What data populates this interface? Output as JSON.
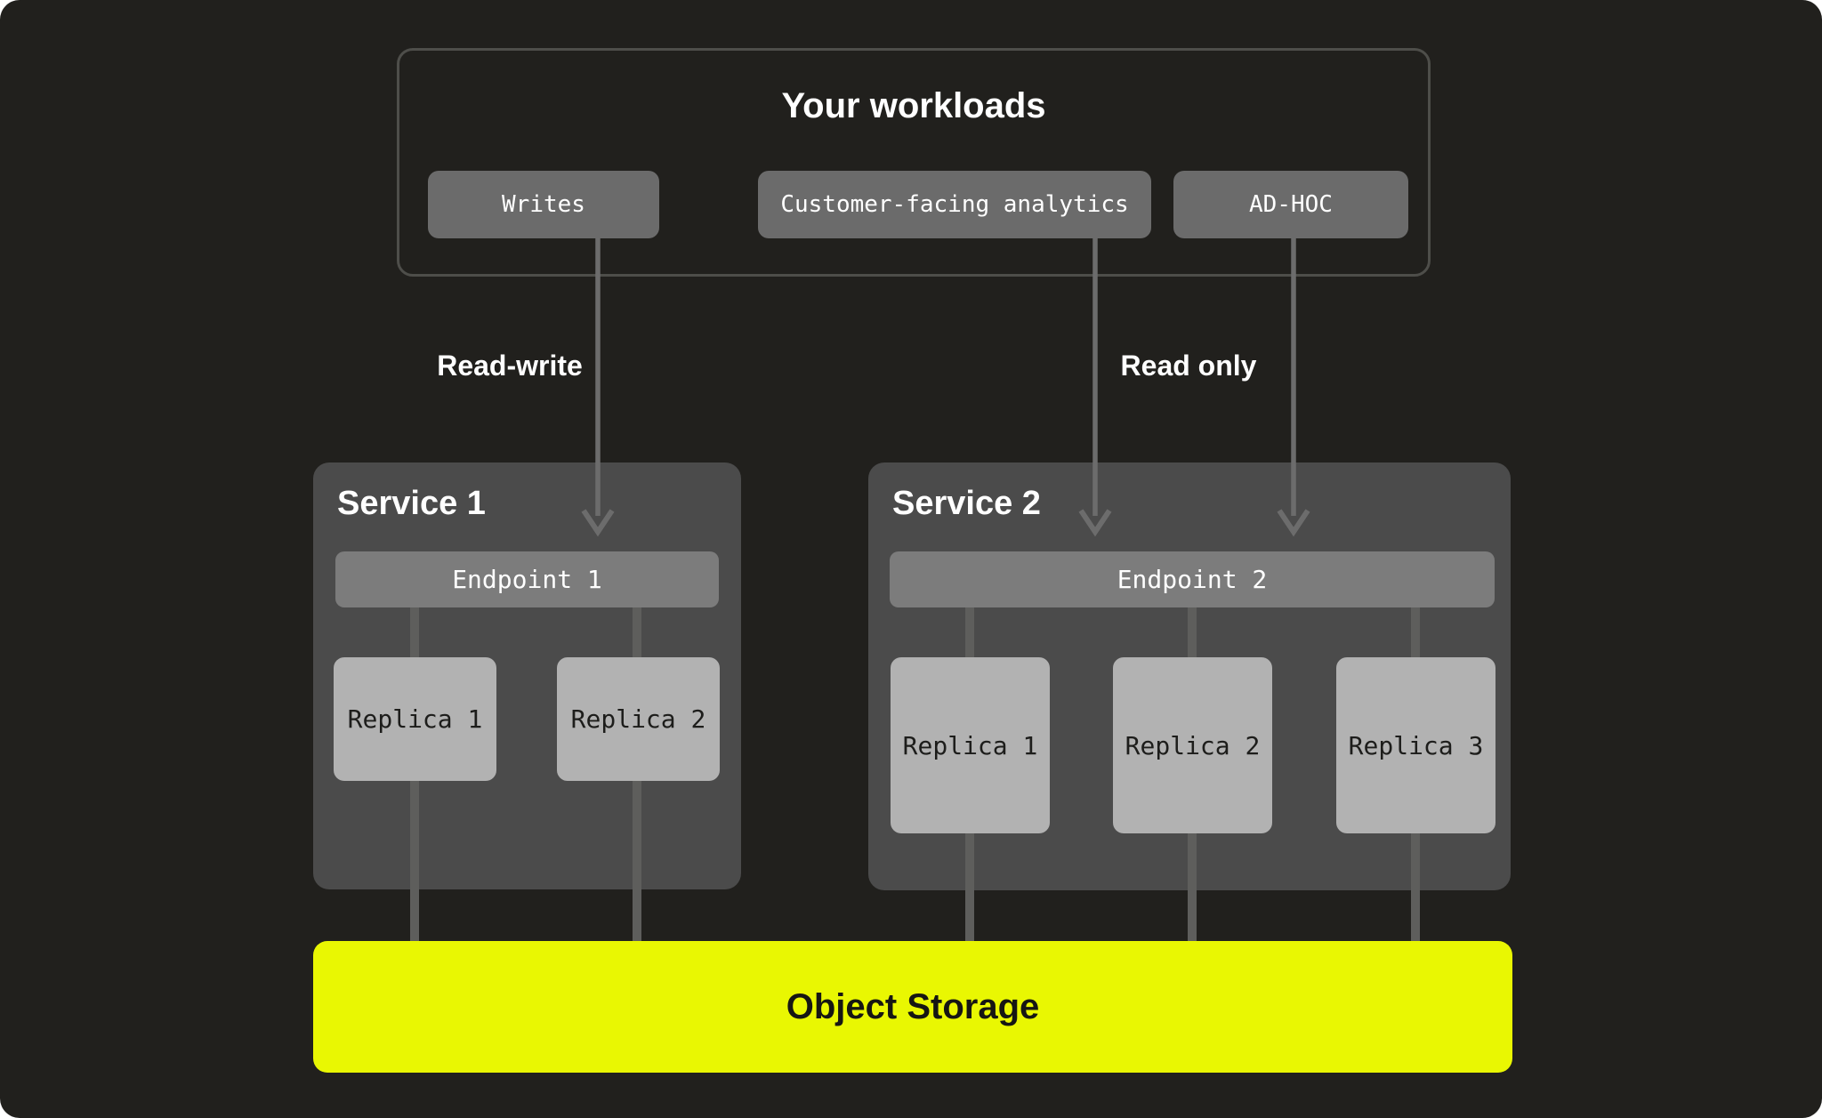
{
  "canvas": {
    "background": "#21201d",
    "page_background": "#ffffff"
  },
  "colors": {
    "workloads_border": "#4e4e4a",
    "pill": "#6b6b6b",
    "service_panel": "#4b4b4b",
    "endpoint_bar": "#7c7c7c",
    "replica_box": "#b2b2b2",
    "connector_line": "#5e5e5c",
    "arrow": "#6c6c6c",
    "accent_yellow": "#e9f702",
    "text_light": "#ffffff",
    "text_dark": "#1d1d1b"
  },
  "workloads": {
    "title": "Your workloads",
    "pills": [
      {
        "label": "Writes"
      },
      {
        "label": "Customer-facing analytics"
      },
      {
        "label": "AD-HOC"
      }
    ]
  },
  "flow_labels": [
    {
      "label": "Read-write"
    },
    {
      "label": "Read only"
    }
  ],
  "services": [
    {
      "title": "Service 1",
      "endpoint": "Endpoint 1",
      "replicas": [
        "Replica 1",
        "Replica 2"
      ]
    },
    {
      "title": "Service 2",
      "endpoint": "Endpoint 2",
      "replicas": [
        "Replica 1",
        "Replica 2",
        "Replica 3"
      ]
    }
  ],
  "storage": {
    "label": "Object Storage"
  }
}
